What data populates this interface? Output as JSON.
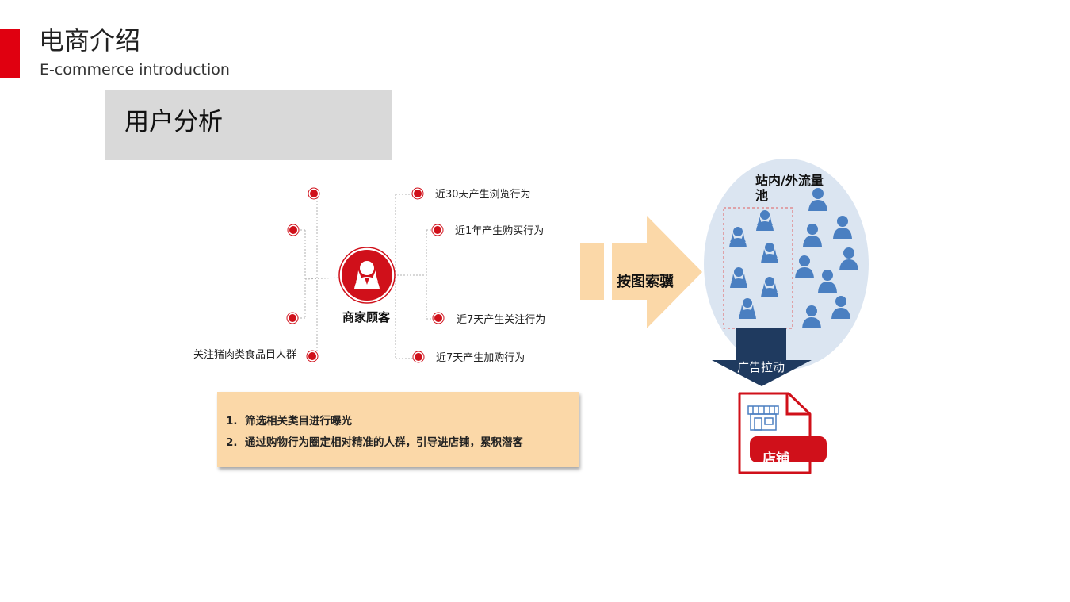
{
  "header": {
    "title": "电商介绍",
    "subtitle": "E-commerce introduction"
  },
  "section": {
    "title": "用户分析"
  },
  "mind_map": {
    "center": "商家顾客",
    "left_nodes": [
      "",
      "",
      "",
      "关注猪肉类食品目人群"
    ],
    "right_nodes": [
      "近30天产生浏览行为",
      "近1年产生购买行为",
      "近7天产生关注行为",
      "近7天产生加购行为"
    ]
  },
  "flow": {
    "arrow_label": "按图索骥",
    "pool_label": "站内/外流量池",
    "ad_label": "广告拉动",
    "store_label": "店铺"
  },
  "notes": [
    {
      "num": "1.",
      "text": "筛选相关类目进行曝光"
    },
    {
      "num": "2.",
      "text": "通过购物行为圈定相对精准的人群，引导进店铺，累积潜客"
    }
  ],
  "colors": {
    "accent": "#e00010",
    "node_red": "#d0101a",
    "arrow_peach": "#fbd8a8",
    "pool_bg": "#dbe5f1",
    "person_blue": "#4a7fc1",
    "dark_navy": "#1f3a5f"
  },
  "icons": {
    "center": "female-user-icon",
    "pool_people": "person-icon",
    "store": "storefront-icon"
  }
}
